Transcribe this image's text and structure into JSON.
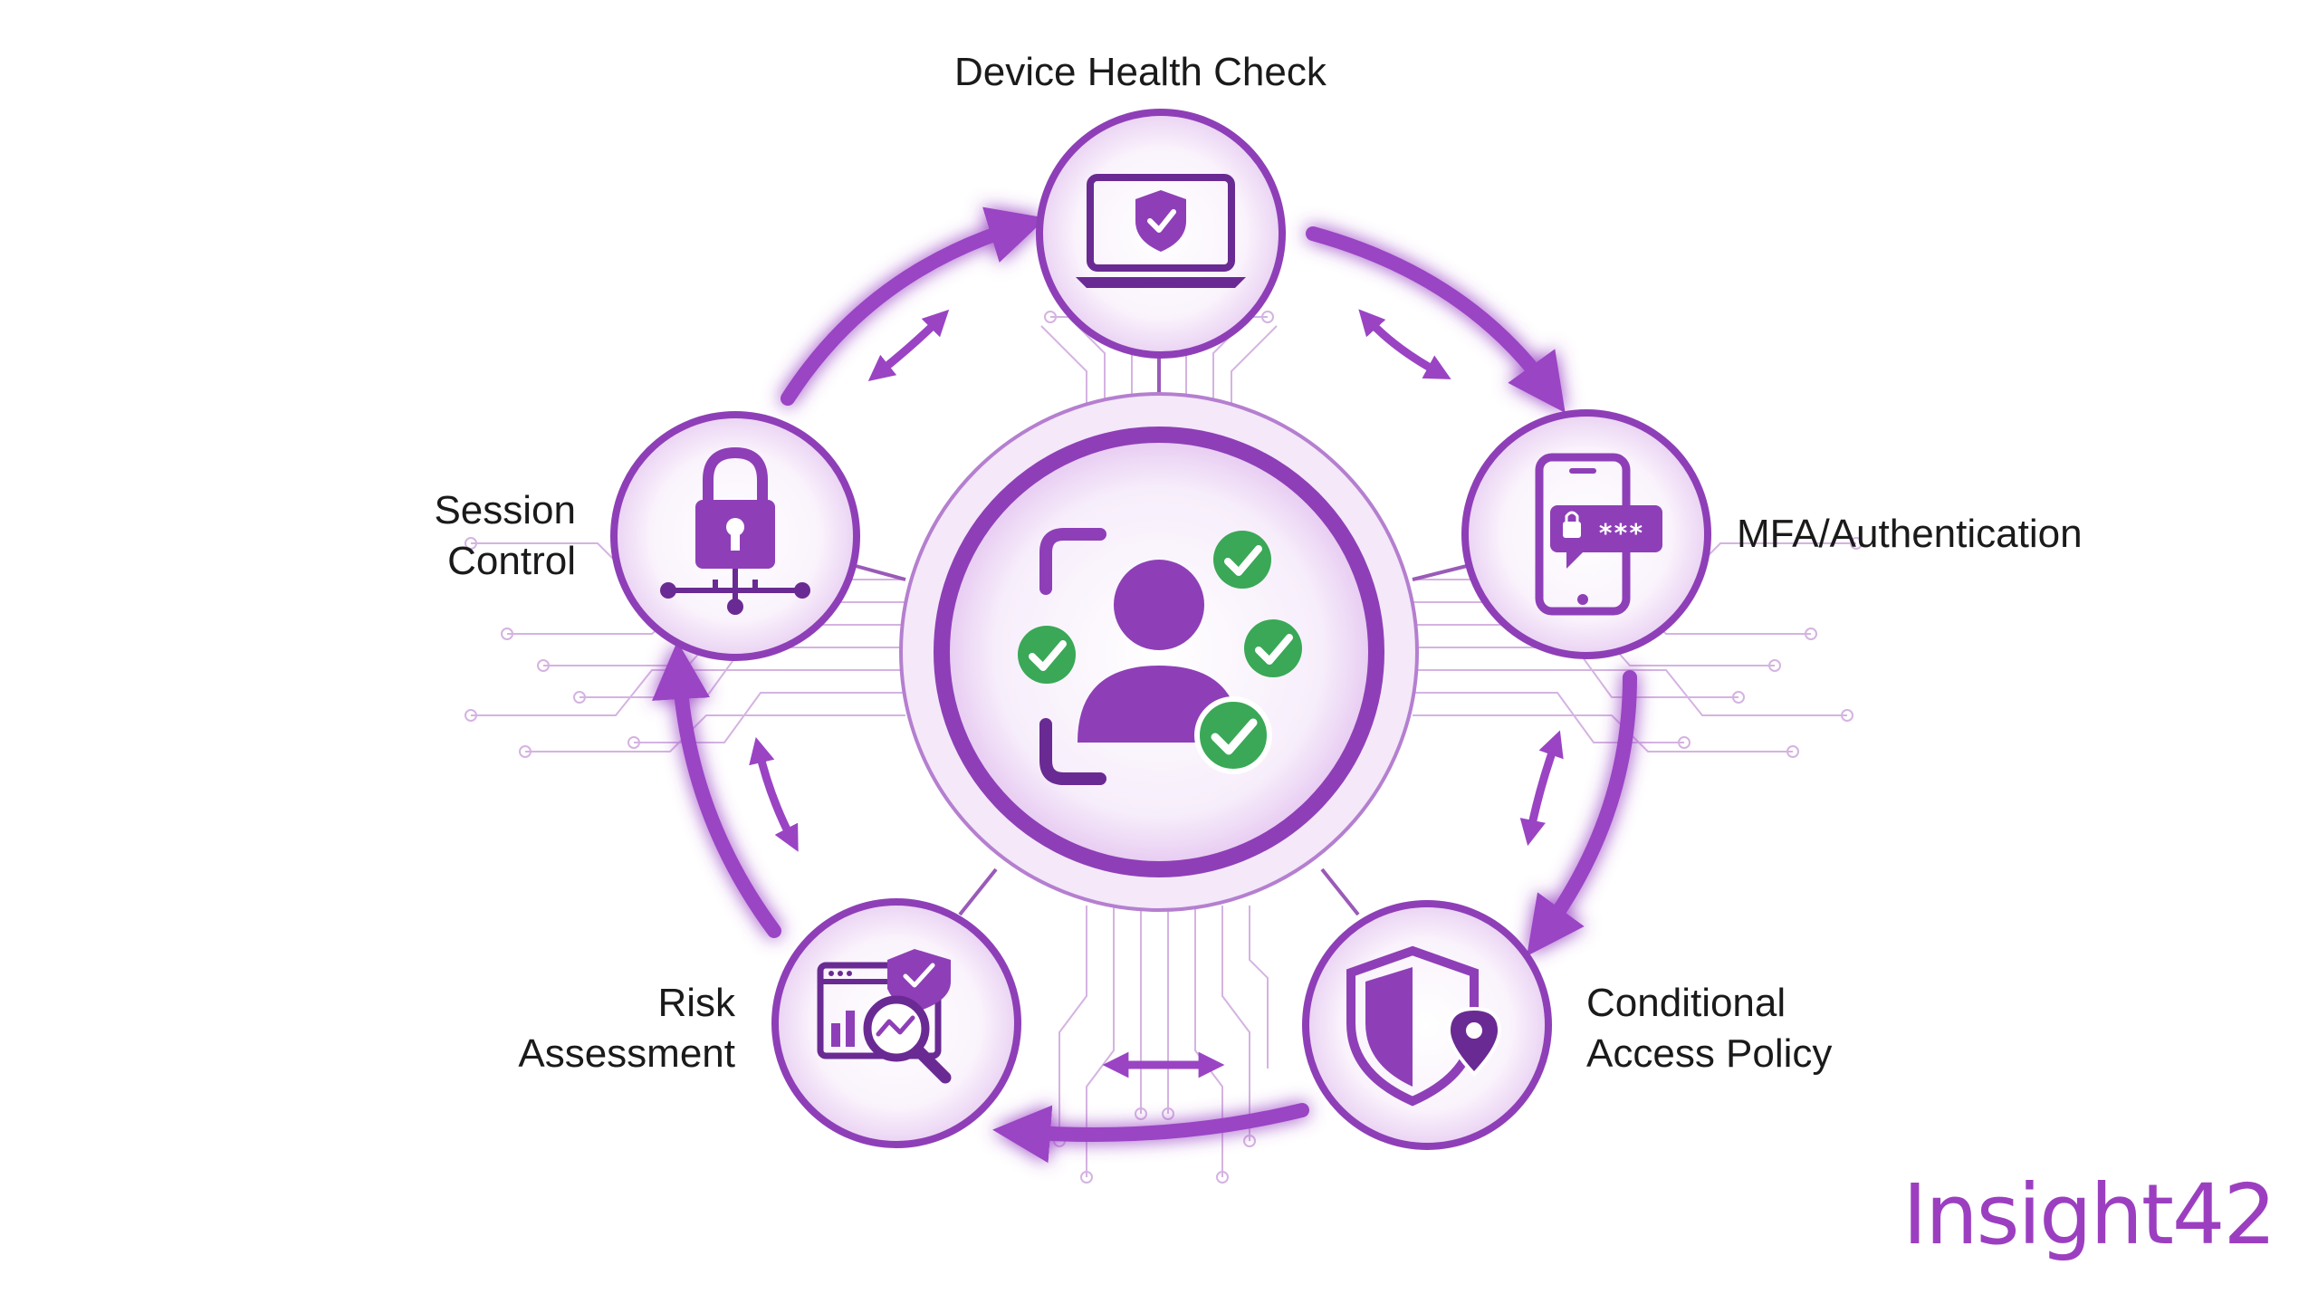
{
  "diagram": {
    "center": {
      "icon": "user-verified-icon"
    },
    "nodes": {
      "device": {
        "title": "Device Health Check",
        "icon": "laptop-shield-icon"
      },
      "mfa": {
        "title": "MFA/Authentication",
        "icon": "phone-password-icon"
      },
      "policy": {
        "line1": "Conditional",
        "line2": "Access Policy",
        "icon": "shield-location-icon"
      },
      "risk": {
        "line1": "Risk",
        "line2": "Assessment",
        "icon": "risk-analysis-icon"
      },
      "session": {
        "line1": "Session",
        "line2": "Control",
        "icon": "padlock-network-icon"
      }
    }
  },
  "brand": {
    "name": "Insight42"
  },
  "colors": {
    "primary": "#8e3fb7",
    "primary_dark": "#6a2a93",
    "light": "#f3e6f8",
    "accent_green": "#3aa857",
    "text": "#1a1a1a",
    "brand": "#9b3fc0"
  }
}
